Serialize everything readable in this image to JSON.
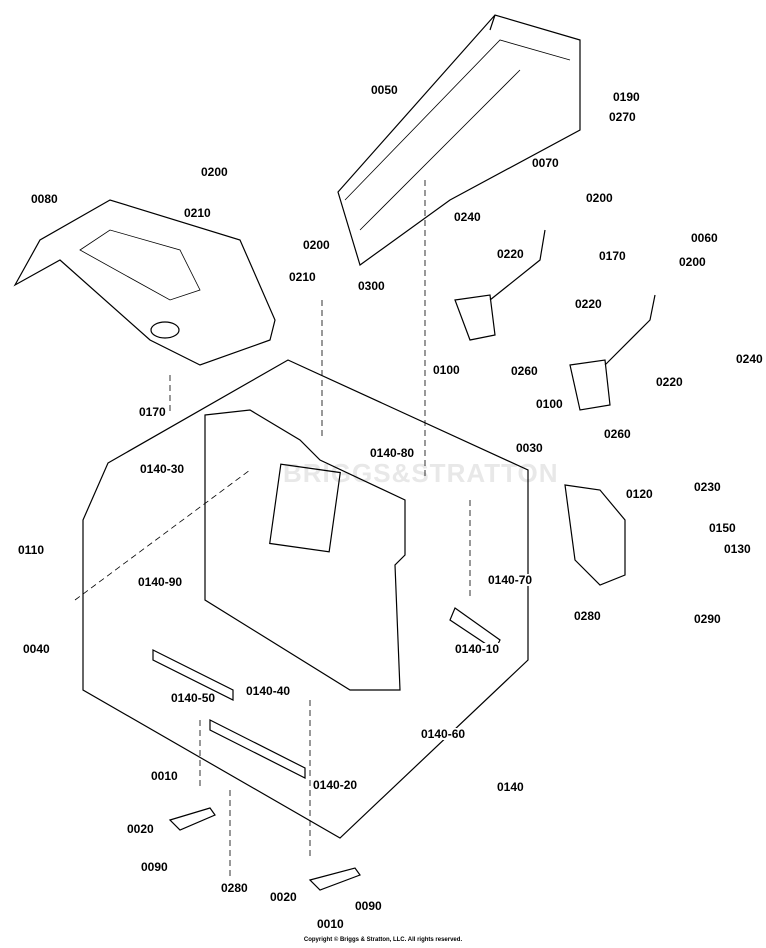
{
  "watermark": "BRIGGS&STRATTON",
  "copyright": "Copyright © Briggs & Stratton, LLC. All rights reserved.",
  "callouts": [
    {
      "id": "c0050",
      "text": "0050"
    },
    {
      "id": "c0190",
      "text": "0190"
    },
    {
      "id": "c0270",
      "text": "0270"
    },
    {
      "id": "c0070",
      "text": "0070"
    },
    {
      "id": "c0200a",
      "text": "0200"
    },
    {
      "id": "c0240a",
      "text": "0240"
    },
    {
      "id": "c0200b",
      "text": "0200"
    },
    {
      "id": "c0210a",
      "text": "0210"
    },
    {
      "id": "c0080",
      "text": "0080"
    },
    {
      "id": "c0200c",
      "text": "0200"
    },
    {
      "id": "c0210b",
      "text": "0210"
    },
    {
      "id": "c0220a",
      "text": "0220"
    },
    {
      "id": "c0170a",
      "text": "0170"
    },
    {
      "id": "c0060",
      "text": "0060"
    },
    {
      "id": "c0200d",
      "text": "0200"
    },
    {
      "id": "c0300",
      "text": "0300"
    },
    {
      "id": "c0220b",
      "text": "0220"
    },
    {
      "id": "c0240b",
      "text": "0240"
    },
    {
      "id": "c0100a",
      "text": "0100"
    },
    {
      "id": "c0260a",
      "text": "0260"
    },
    {
      "id": "c0220c",
      "text": "0220"
    },
    {
      "id": "c0170b",
      "text": "0170"
    },
    {
      "id": "c0100b",
      "text": "0100"
    },
    {
      "id": "c0260b",
      "text": "0260"
    },
    {
      "id": "c0030",
      "text": "0030"
    },
    {
      "id": "c0140_80",
      "text": "0140-80"
    },
    {
      "id": "c0140_30",
      "text": "0140-30"
    },
    {
      "id": "c0120",
      "text": "0120"
    },
    {
      "id": "c0230",
      "text": "0230"
    },
    {
      "id": "c0150",
      "text": "0150"
    },
    {
      "id": "c0130",
      "text": "0130"
    },
    {
      "id": "c0110",
      "text": "0110"
    },
    {
      "id": "c0140_90",
      "text": "0140-90"
    },
    {
      "id": "c0140_70",
      "text": "0140-70"
    },
    {
      "id": "c0280a",
      "text": "0280"
    },
    {
      "id": "c0290",
      "text": "0290"
    },
    {
      "id": "c0040",
      "text": "0040"
    },
    {
      "id": "c0140_10",
      "text": "0140-10"
    },
    {
      "id": "c0140_40",
      "text": "0140-40"
    },
    {
      "id": "c0140_50",
      "text": "0140-50"
    },
    {
      "id": "c0140_60",
      "text": "0140-60"
    },
    {
      "id": "c0140_20",
      "text": "0140-20"
    },
    {
      "id": "c0140",
      "text": "0140"
    },
    {
      "id": "c0010a",
      "text": "0010"
    },
    {
      "id": "c0020a",
      "text": "0020"
    },
    {
      "id": "c0090a",
      "text": "0090"
    },
    {
      "id": "c0280b",
      "text": "0280"
    },
    {
      "id": "c0020b",
      "text": "0020"
    },
    {
      "id": "c0090b",
      "text": "0090"
    },
    {
      "id": "c0010b",
      "text": "0010"
    }
  ]
}
